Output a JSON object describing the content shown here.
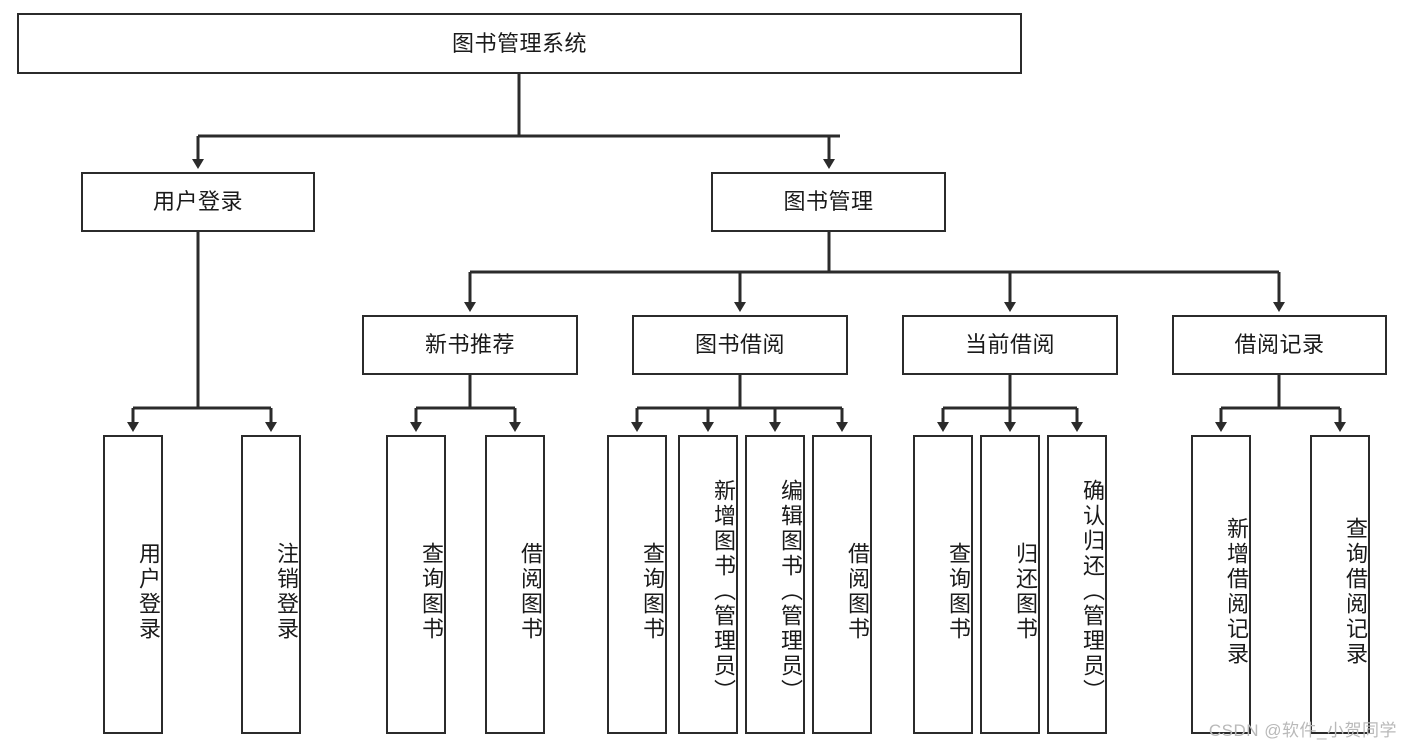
{
  "diagram": {
    "title_node": {
      "label": "图书管理系统"
    },
    "level2": [
      {
        "id": "user-login",
        "label": "用户登录"
      },
      {
        "id": "book-management",
        "label": "图书管理"
      }
    ],
    "level3": [
      {
        "id": "new-book-recommend",
        "label": "新书推荐"
      },
      {
        "id": "book-borrow",
        "label": "图书借阅"
      },
      {
        "id": "current-borrow",
        "label": "当前借阅"
      },
      {
        "id": "borrow-record",
        "label": "借阅记录"
      }
    ],
    "leaves": [
      {
        "id": "leaf-user-login",
        "label": "用户登录"
      },
      {
        "id": "leaf-logout-login",
        "label": "注销登录"
      },
      {
        "id": "leaf-query-book-1",
        "label": "查询图书"
      },
      {
        "id": "leaf-borrow-book-1",
        "label": "借阅图书"
      },
      {
        "id": "leaf-query-book-2",
        "label": "查询图书"
      },
      {
        "id": "leaf-add-book",
        "label": "新增图书（管理员）"
      },
      {
        "id": "leaf-edit-book",
        "label": "编辑图书（管理员）"
      },
      {
        "id": "leaf-borrow-book-2",
        "label": "借阅图书"
      },
      {
        "id": "leaf-query-book-3",
        "label": "查询图书"
      },
      {
        "id": "leaf-return-book",
        "label": "归还图书"
      },
      {
        "id": "leaf-confirm-return",
        "label": "确认归还（管理员）"
      },
      {
        "id": "leaf-add-borrow-record",
        "label": "新增借阅记录"
      },
      {
        "id": "leaf-query-borrow-record",
        "label": "查询借阅记录"
      }
    ],
    "watermark": "CSDN @软件_小贺同学",
    "colors": {
      "stroke": "#2b2b2b",
      "background": "#ffffff",
      "text": "#1a1a1a",
      "watermark": "#b9b9b9"
    }
  }
}
